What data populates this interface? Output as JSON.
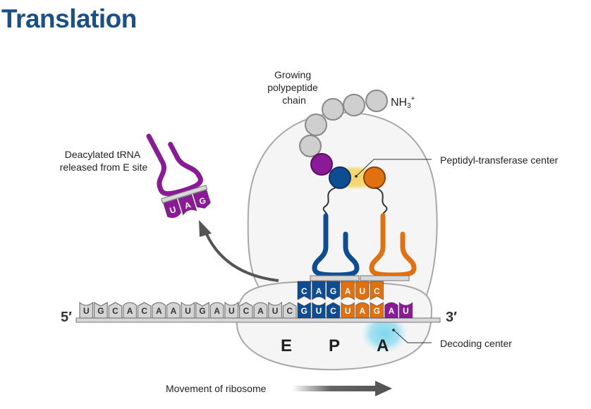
{
  "title": "Translation",
  "labels": {
    "growing_chain": [
      "Growing",
      "polypeptide",
      "chain"
    ],
    "nh3": "NH",
    "nh3_sub": "3",
    "nh3_sup": "+",
    "deacylated": [
      "Deacylated tRNA",
      "released from E site"
    ],
    "peptidyl_transferase": "Peptidyl-transferase center",
    "decoding_center": "Decoding center",
    "movement": "Movement of ribosome",
    "five_prime": "5′",
    "three_prime": "3′"
  },
  "sites": [
    "E",
    "P",
    "A"
  ],
  "mrna": {
    "bases": [
      "U",
      "G",
      "C",
      "A",
      "C",
      "A",
      "A",
      "U",
      "G",
      "A",
      "U",
      "C",
      "A",
      "U",
      "C",
      "G",
      "U",
      "C",
      "U",
      "A",
      "G",
      "A",
      "U"
    ],
    "colors": [
      "gray",
      "gray",
      "gray",
      "gray",
      "gray",
      "gray",
      "gray",
      "gray",
      "gray",
      "gray",
      "gray",
      "gray",
      "gray",
      "gray",
      "gray",
      "blue",
      "blue",
      "blue",
      "orange",
      "orange",
      "orange",
      "purple",
      "purple"
    ]
  },
  "trnas": [
    {
      "site": "P",
      "anticodon": [
        "C",
        "A",
        "G"
      ],
      "color": "#0f4d92"
    },
    {
      "site": "A",
      "anticodon": [
        "A",
        "U",
        "C"
      ],
      "color": "#e07010"
    },
    {
      "site": "released",
      "anticodon": [
        "U",
        "A",
        "G"
      ],
      "color": "#8a1a96"
    }
  ],
  "colors": {
    "title": "#1a4f87",
    "blue": "#0f4d92",
    "orange": "#e07010",
    "purple": "#8a1a96",
    "gray_base": "#d4d4d4",
    "ribosome_fill": "#f4f4f4",
    "ribosome_stroke": "#a8a8a8",
    "ptc": "#f2d468",
    "decoding": "#7fd6ee"
  }
}
